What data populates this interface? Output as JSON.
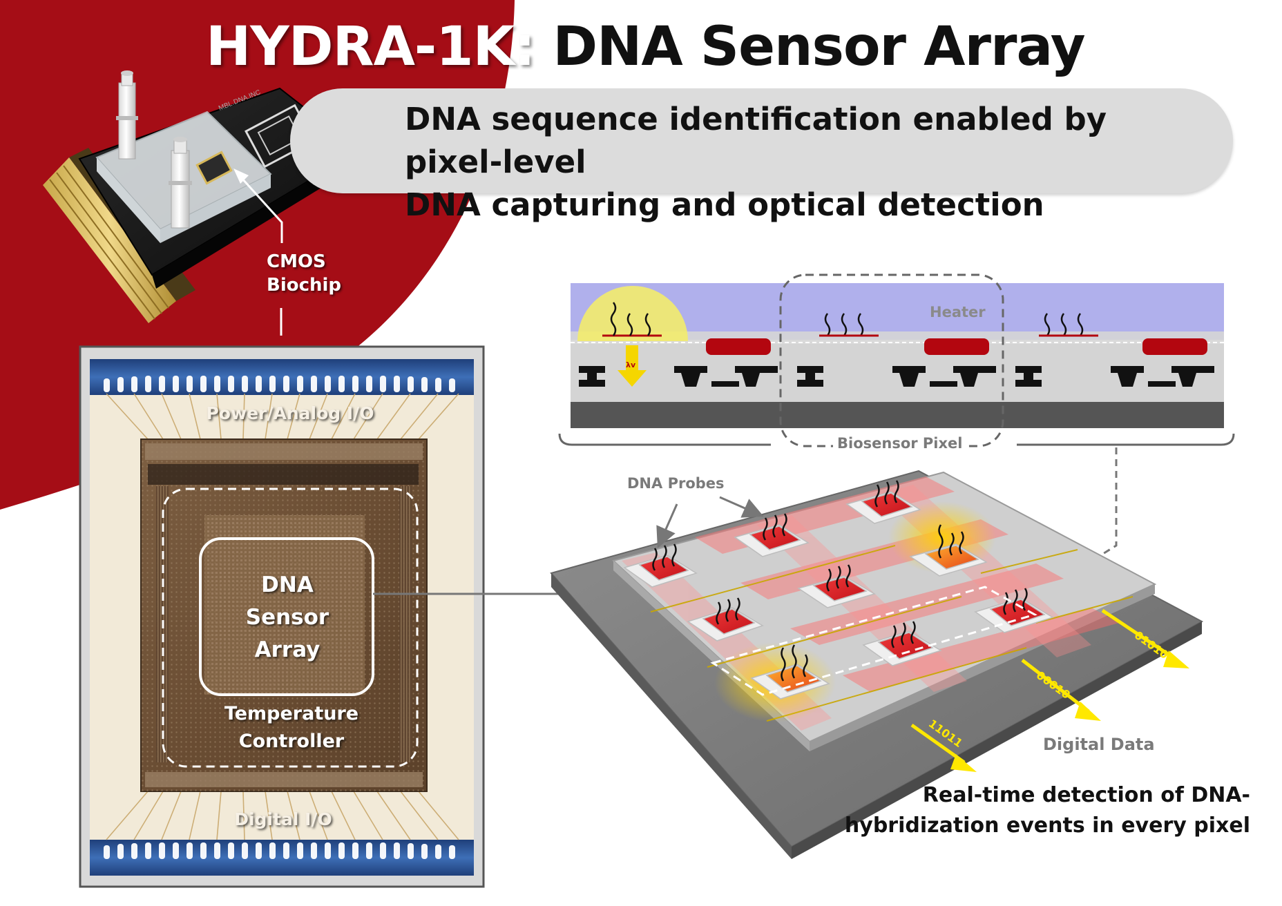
{
  "title": {
    "highlight": "HYDRA-1K:",
    "main": "DNA Sensor Array"
  },
  "subtitle": {
    "line1": "DNA sequence identification enabled by pixel-level",
    "line2": "DNA capturing and optical detection"
  },
  "board_photo": {
    "callout_line1": "CMOS",
    "callout_line2": "Biochip"
  },
  "die_photo": {
    "top_label": "Power/Analog I/O",
    "core_line1": "DNA",
    "core_line2": "Sensor",
    "core_line3": "Array",
    "ring_line1": "Temperature",
    "ring_line2": "Controller",
    "bottom_label": "Digital I/O"
  },
  "cross_section": {
    "heater_label": "Heater",
    "pixel_label": "Biosensor Pixel",
    "photon_label": "λv"
  },
  "array_3d": {
    "probes_label": "DNA Probes",
    "bit_labels": [
      "01010",
      "00010",
      "11011"
    ],
    "output_label": "Digital Data"
  },
  "caption": {
    "line1": "Real-time detection of DNA-",
    "line2": "hybridization events in every pixel"
  },
  "colors": {
    "brand_red": "#a50d16",
    "heater_red": "#b3060f",
    "fluid_lavender": "#b0b0ec",
    "detect_yellow": "#ffe800",
    "die_brown": "#6e5238"
  }
}
